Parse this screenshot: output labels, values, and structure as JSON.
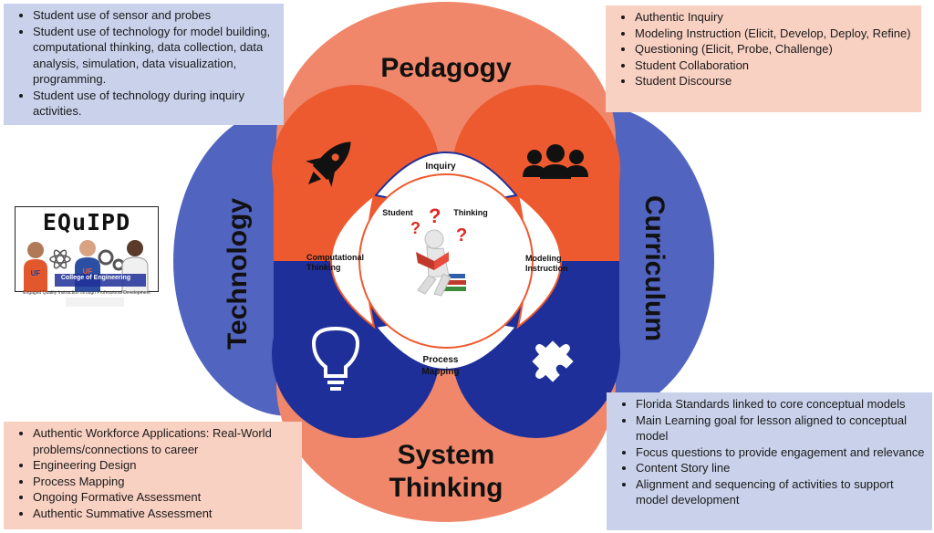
{
  "colors": {
    "orange_outer": "#f0876a",
    "orange_lens": "#ee5a2f",
    "blue_outer": "#5164c0",
    "blue_lens": "#1f2f99",
    "blue_box": "#c9d2ea",
    "orange_box": "#f9d1c3"
  },
  "circles": {
    "pedagogy": "Pedagogy",
    "technology": "Technology",
    "curriculum": "Curriculum",
    "system_thinking_line1": "System",
    "system_thinking_line2": "Thinking"
  },
  "center_labels": {
    "inquiry": "Inquiry",
    "student": "Student",
    "thinking": "Thinking",
    "computational_line1": "Computational",
    "computational_line2": "Thinking",
    "modeling_line1": "Modeling",
    "modeling_line2": "Instruction",
    "process_line1": "Process",
    "process_line2": "Mapping"
  },
  "icons": {
    "top_left_lens": "rocket-icon",
    "top_right_lens": "people-group-icon",
    "bottom_left_lens": "lightbulb-icon",
    "bottom_right_lens": "puzzle-piece-icon",
    "center": "reading-person-icon"
  },
  "technology_box": {
    "items": [
      "Student use of sensor and probes",
      "Student use of technology for model building, computational thinking, data collection, data analysis, simulation, data visualization, programming.",
      "Student use of technology during inquiry activities."
    ]
  },
  "pedagogy_box": {
    "items": [
      "Authentic Inquiry",
      "Modeling Instruction (Elicit, Develop, Deploy, Refine)",
      "Questioning (Elicit, Probe, Challenge)",
      "Student Collaboration",
      "Student Discourse"
    ]
  },
  "system_box": {
    "items": [
      "Authentic Workforce Applications: Real-World problems/connections to career",
      "Engineering Design",
      "Process Mapping",
      "Ongoing Formative Assessment",
      "Authentic Summative Assessment"
    ]
  },
  "curriculum_box": {
    "items": [
      "Florida Standards linked to core conceptual models",
      "Main Learning goal for lesson aligned to conceptual model",
      "Focus questions to provide engagement and relevance",
      "Content Story line",
      "Alignment and sequencing of activities to support model development"
    ]
  },
  "logo": {
    "title": "EQuIPD",
    "subtitle": "College of Engineering",
    "badge": "UF",
    "tagline": "Engaged Quality Instruction through Professional Development"
  }
}
